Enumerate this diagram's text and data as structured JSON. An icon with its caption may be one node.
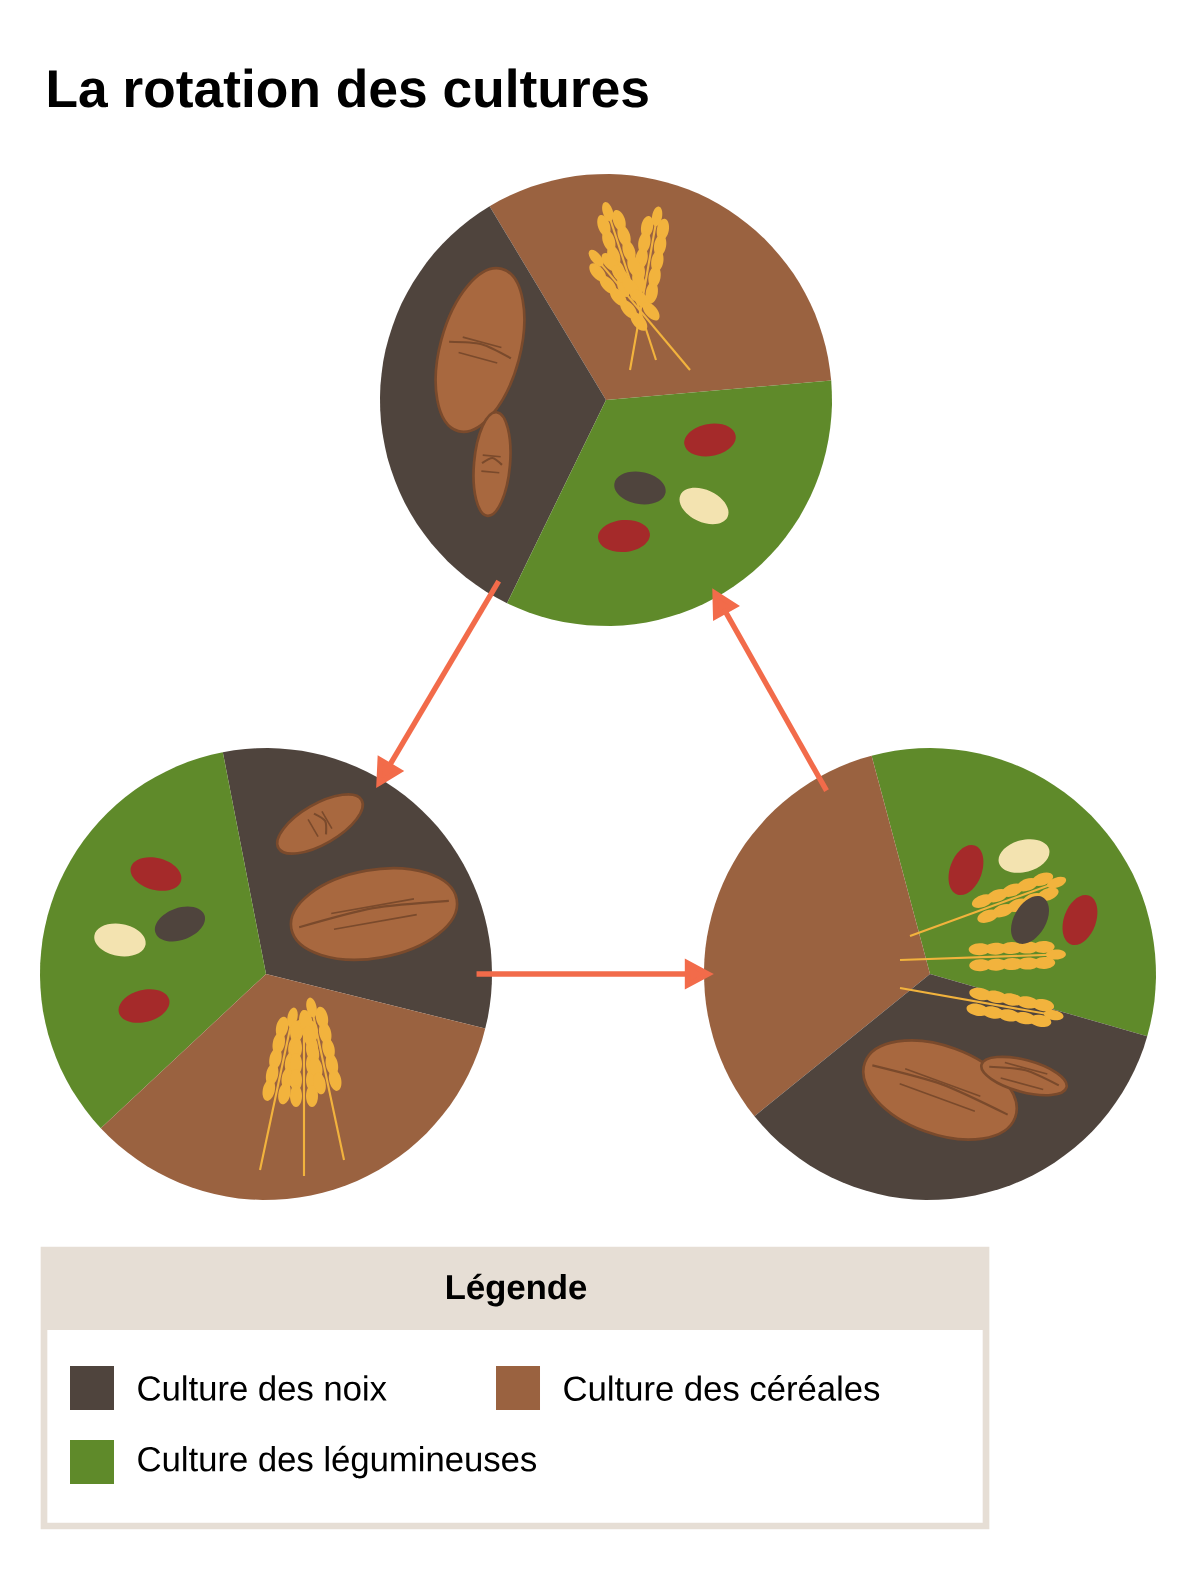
{
  "diagram": {
    "title": "La rotation des cultures",
    "nodes": [
      {
        "text": [],
        "shape": "circle"
      },
      {
        "text": [],
        "shape": "circle"
      },
      {
        "text": [],
        "shape": "circle"
      }
    ],
    "edges": [
      {
        "from": 0,
        "to": 1,
        "arrow": "to"
      },
      {
        "from": 1,
        "to": 2,
        "arrow": "to"
      },
      {
        "from": 2,
        "to": 0,
        "arrow": "to"
      }
    ],
    "labels": [
      "Légende"
    ],
    "legend": [
      {
        "text": "Culture des noix",
        "color": "#4f443d"
      },
      {
        "text": "Culture des céréales",
        "color": "#9a6240"
      },
      {
        "text": "Culture des légumineuses",
        "color": "#5f8a2a"
      }
    ]
  }
}
